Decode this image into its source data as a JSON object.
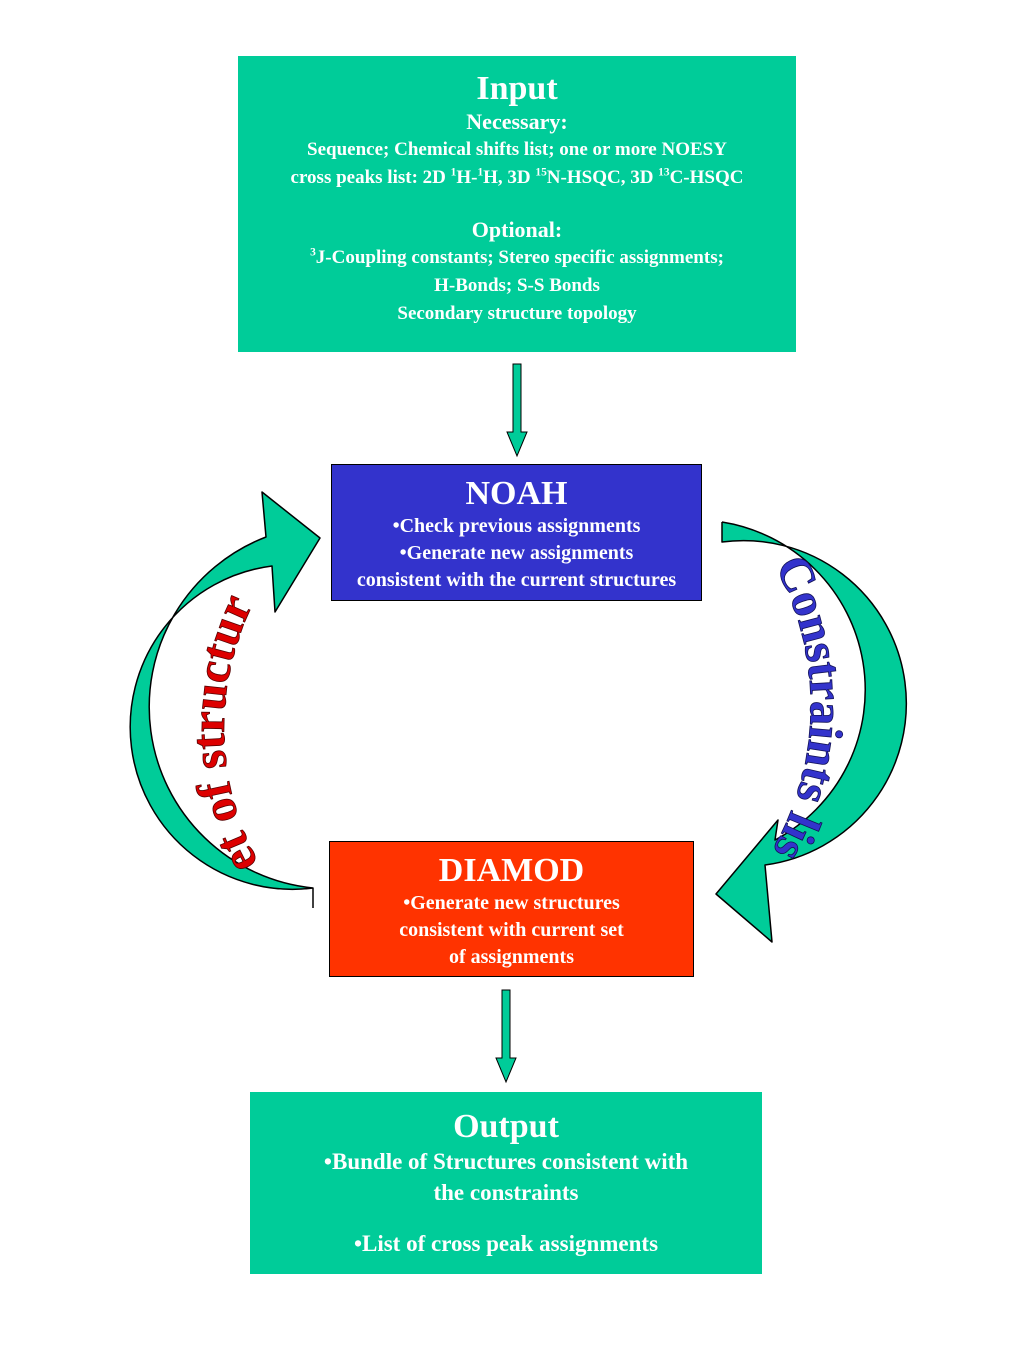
{
  "input": {
    "title": "Input",
    "necessary_header": "Necessary:",
    "necessary_line1": "Sequence; Chemical shifts list; one or more NOESY",
    "necessary_line2_parts": [
      "cross  peaks list: 2D ",
      "1",
      "H-",
      "1",
      "H, 3D ",
      "15",
      "N-HSQC, 3D ",
      "13",
      "C-HSQC"
    ],
    "optional_header": "Optional:",
    "optional_line1_parts": [
      "3",
      "J-Coupling constants; Stereo specific assignments;"
    ],
    "optional_line2": "H-Bonds; S-S Bonds",
    "optional_line3": "Secondary structure topology"
  },
  "noah": {
    "title": "NOAH",
    "line1": "•Check previous assignments",
    "line2": "•Generate new assignments",
    "line3": "consistent with the current structures"
  },
  "diamod": {
    "title": "DIAMOD",
    "line1": "•Generate new structures",
    "line2": "consistent with current set",
    "line3": "of assignments"
  },
  "output": {
    "title": "Output",
    "line1": "•Bundle of  Structures consistent with",
    "line2": "the constraints",
    "line3": "•List of cross peak assignments"
  },
  "cycle": {
    "left_label": "Set of structures",
    "right_label": "Constraints list"
  },
  "colors": {
    "teal": "#00cc99",
    "noah_blue": "#3333cc",
    "diamod_red": "#ff3300",
    "left_label": "#dd0000",
    "right_label": "#3333cc"
  }
}
